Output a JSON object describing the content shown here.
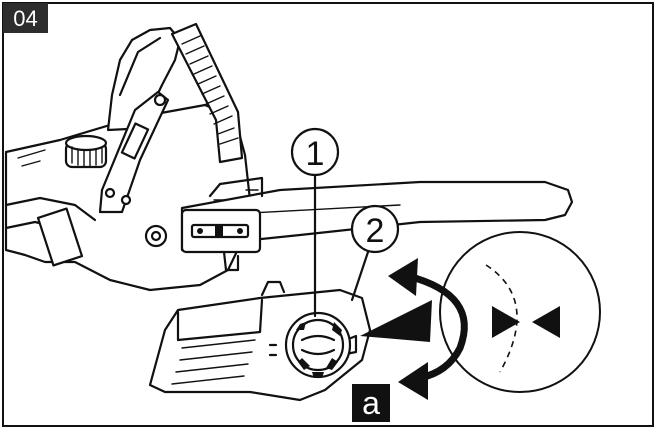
{
  "figure": {
    "number": "04",
    "callouts": [
      "1",
      "2"
    ],
    "step_label": "a"
  },
  "colors": {
    "line": "#111111",
    "figure_tag_background": "#2d2d2d",
    "figure_tag_text": "#ffffff",
    "step_label_background": "#111111",
    "step_label_text": "#ffffff"
  }
}
